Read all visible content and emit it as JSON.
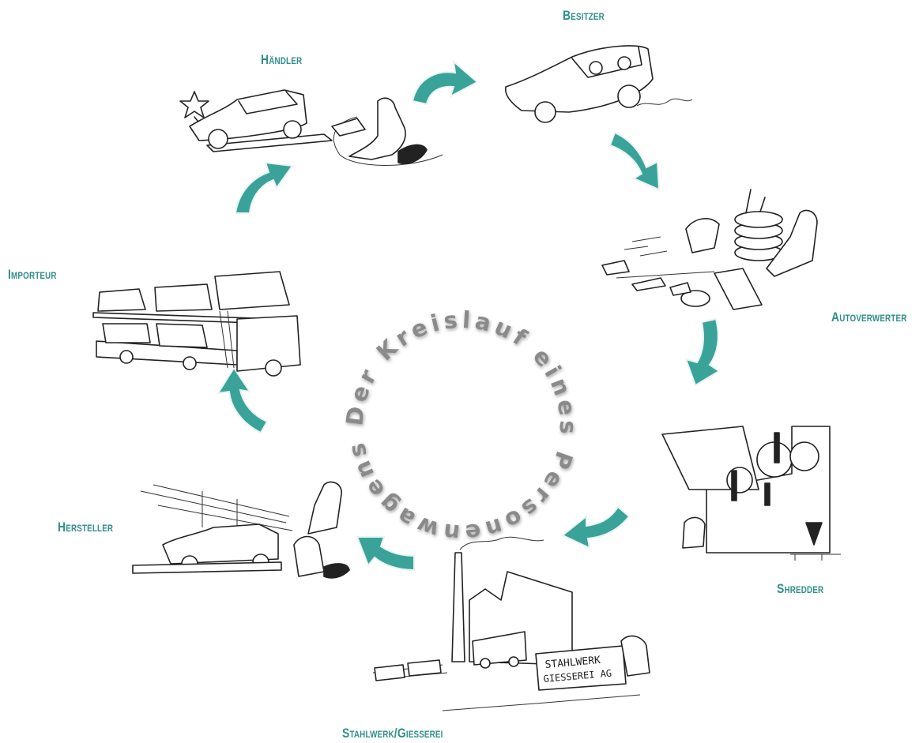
{
  "center_title": "Der Kreislauf eines Personenwagens •",
  "stages": {
    "haendler": "Händler",
    "besitzer": "Besitzer",
    "autoverwerter": "Autoverwerter",
    "shredder": "Shredder",
    "stahlwerk": "Stahlwerk/Giesserei",
    "hersteller": "Hersteller",
    "importeur": "Importeur"
  },
  "sign_text": {
    "line1": "STAHLWERK",
    "line2": "GIESSEREI AG"
  },
  "colors": {
    "accent": "#2e8f88",
    "arrow": "#3aa399",
    "ring_text": "#8a8a8a",
    "line_art": "#222222"
  }
}
